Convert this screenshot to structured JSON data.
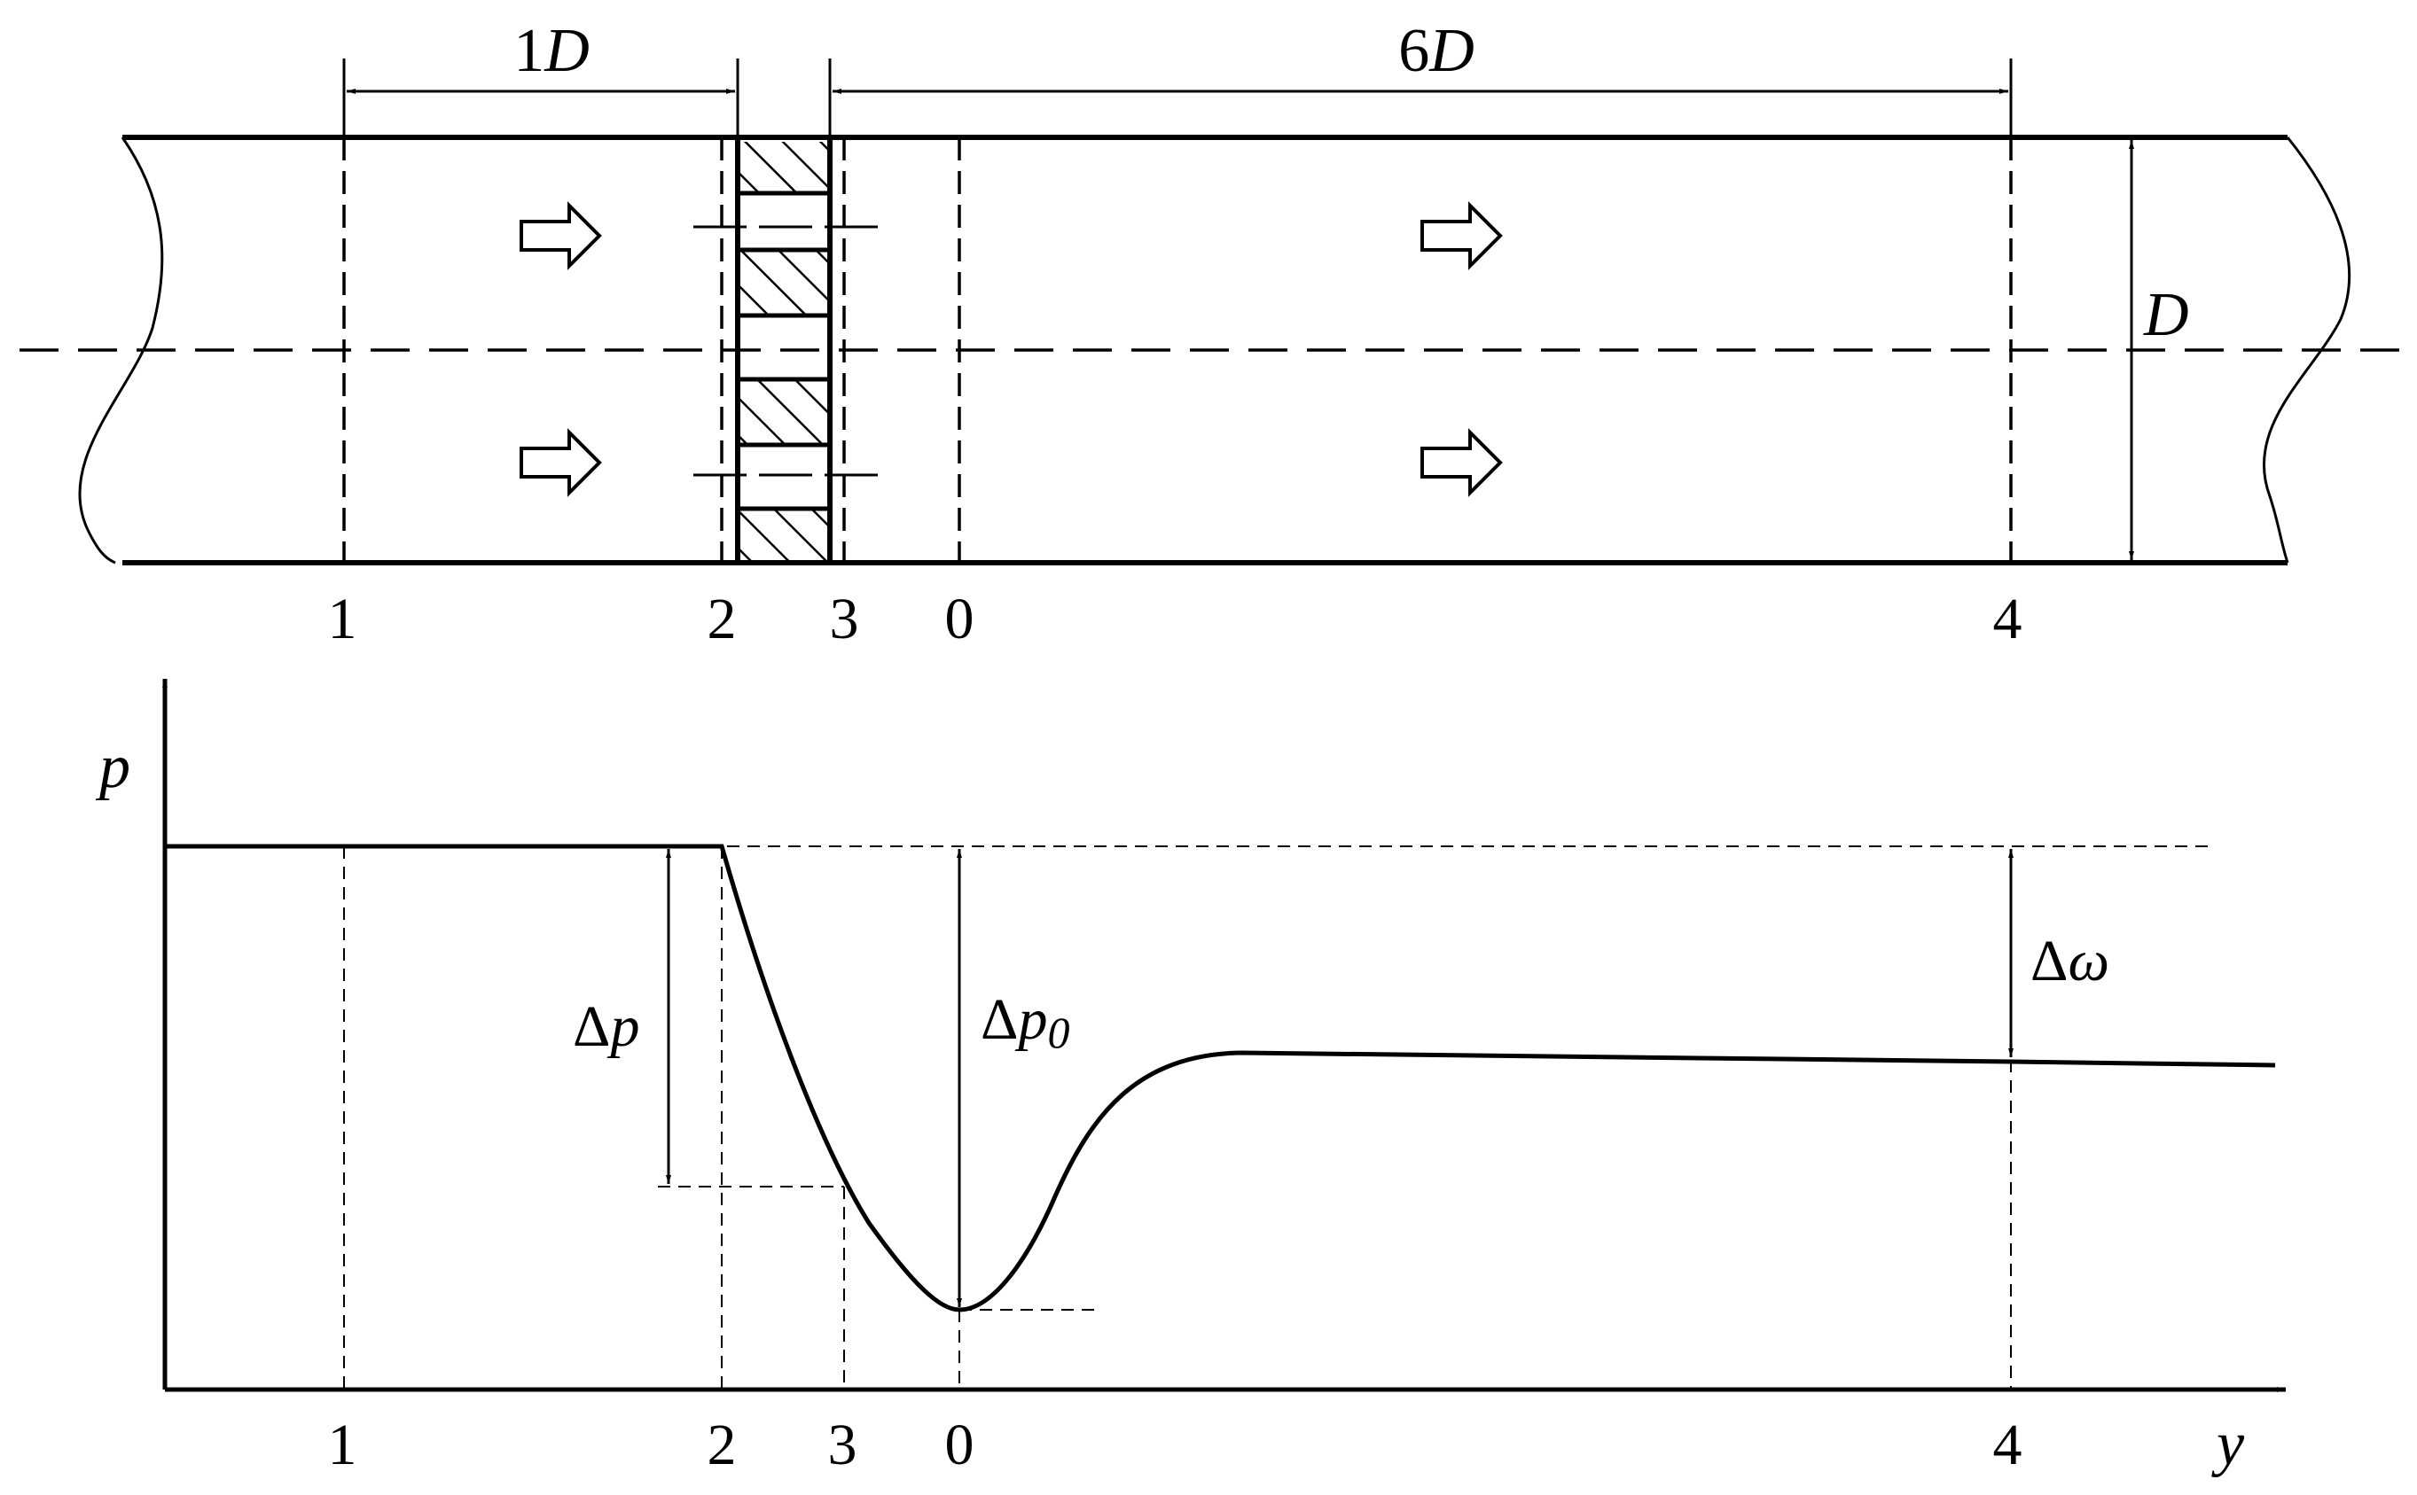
{
  "top_view": {
    "dim_1d": {
      "number": "1",
      "symbol": "D"
    },
    "dim_6d": {
      "number": "6",
      "symbol": "D"
    },
    "diameter_label": "D",
    "section_labels": [
      "1",
      "2",
      "3",
      "0",
      "4"
    ]
  },
  "pressure_plot": {
    "y_axis_label": "p",
    "x_axis_label": "y",
    "tick_labels": [
      "1",
      "2",
      "3",
      "0",
      "4"
    ],
    "delta_p": {
      "symbol": "Δ",
      "var": "p"
    },
    "delta_p0": {
      "symbol": "Δ",
      "var": "p",
      "sub": "0"
    },
    "delta_omega": {
      "symbol": "Δ",
      "var": "ω"
    }
  }
}
